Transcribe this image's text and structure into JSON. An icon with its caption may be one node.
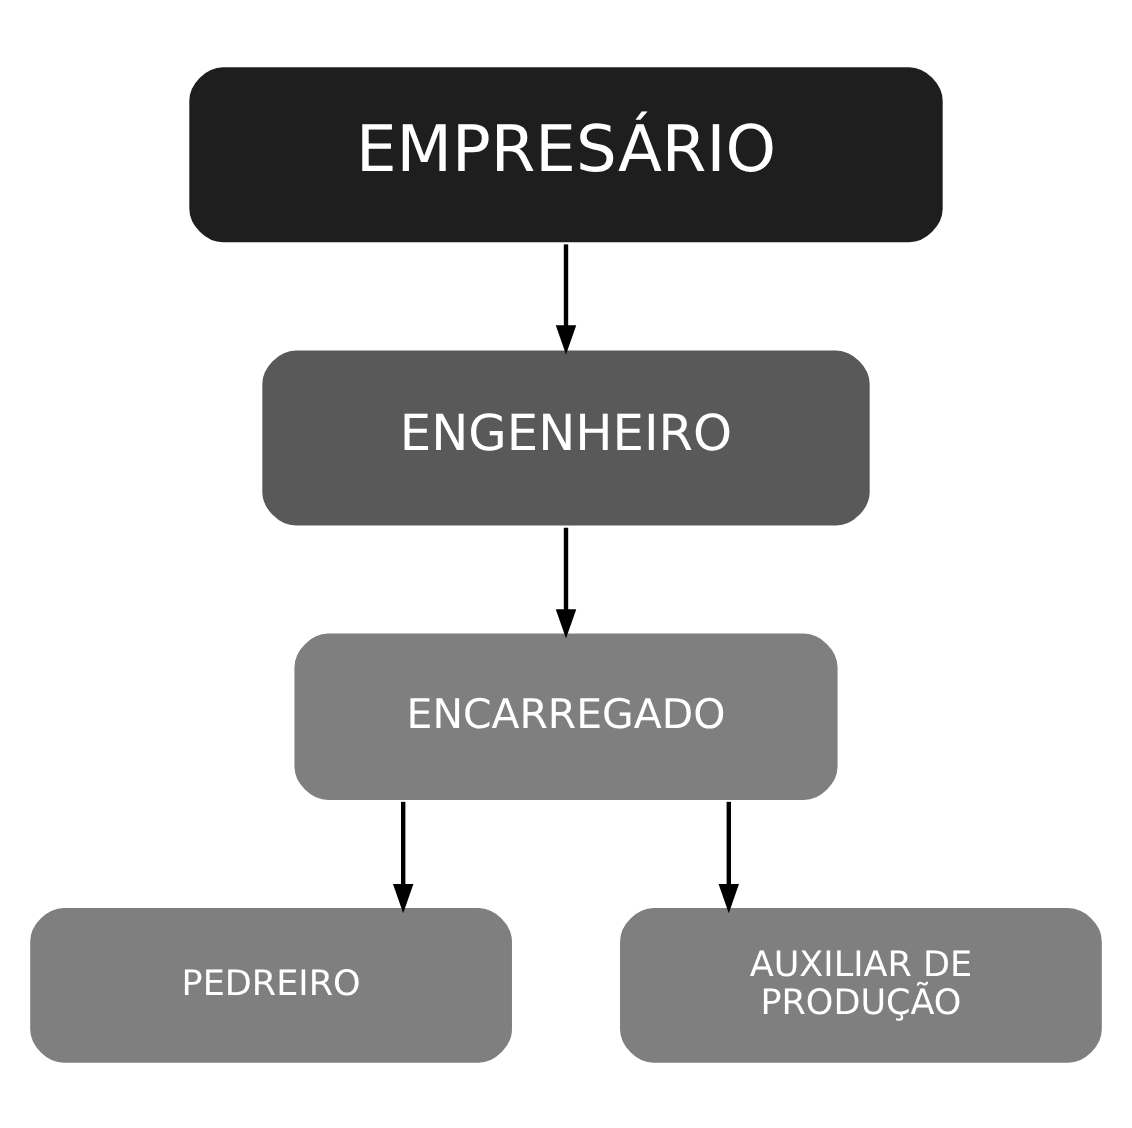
{
  "diagram": {
    "nodes": [
      {
        "text": [
          "EMPRESÁRIO"
        ]
      },
      {
        "text": [
          "ENGENHEIRO"
        ]
      },
      {
        "text": [
          "ENCARREGADO"
        ]
      },
      {
        "text": [
          "PEDREIRO"
        ]
      },
      {
        "text": [
          "AUXILIAR DE PRODUÇÃO"
        ]
      }
    ],
    "edges": [
      {
        "from": 0,
        "to": 1,
        "arrow": "to"
      },
      {
        "from": 1,
        "to": 2,
        "arrow": "to"
      },
      {
        "from": 2,
        "to": 3,
        "arrow": "to"
      },
      {
        "from": 2,
        "to": 4,
        "arrow": "to"
      }
    ]
  }
}
